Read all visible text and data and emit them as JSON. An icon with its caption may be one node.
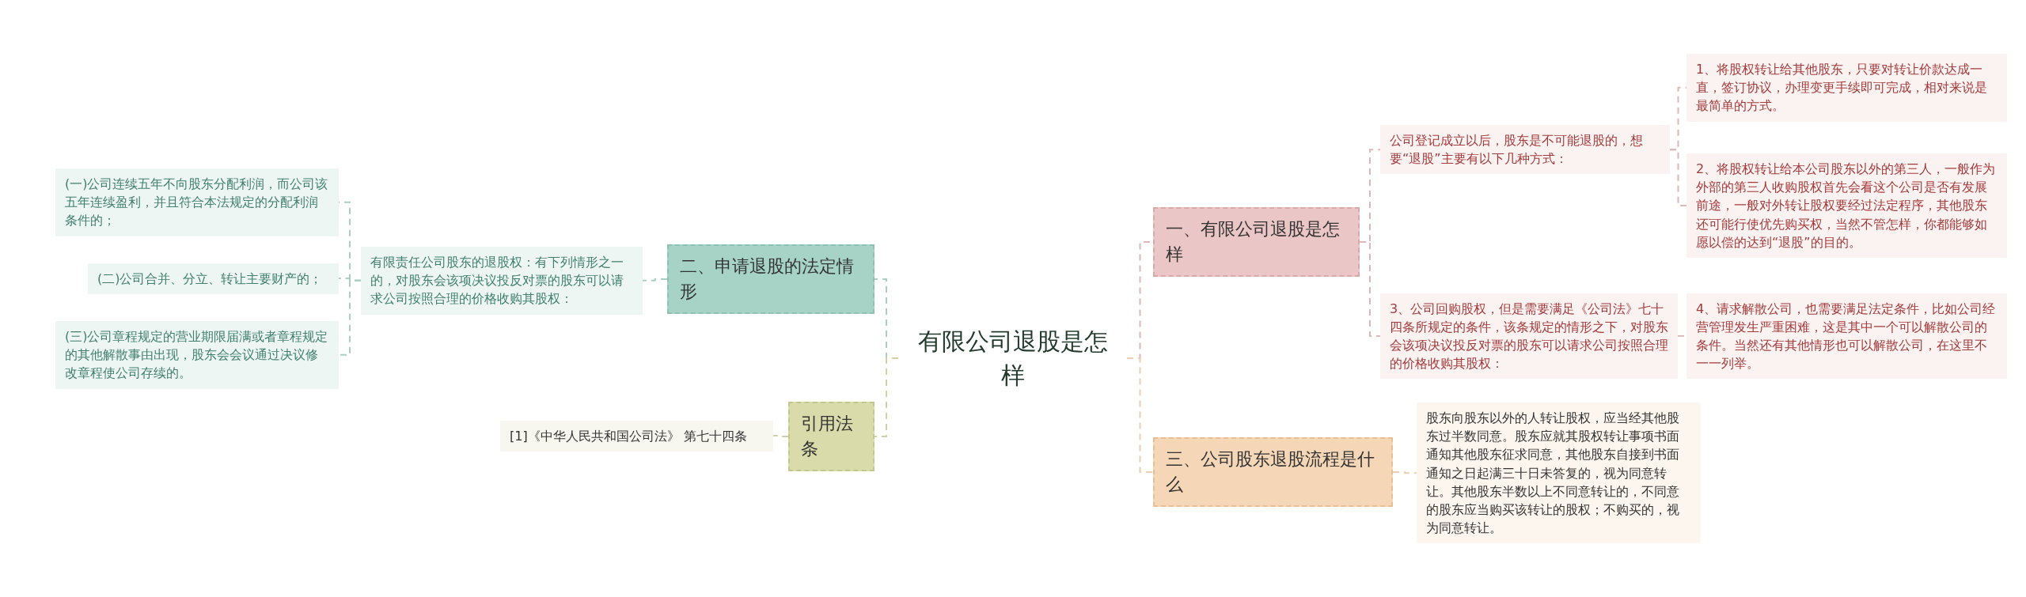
{
  "diagram": {
    "nodes": [
      {
        "text": [
          "有限公司退股是怎样"
        ]
      },
      {
        "text": [
          "一、有限公司退股是怎样"
        ]
      },
      {
        "text": [
          "公司登记成立以后，股东是不可能退股的，想要“退股”主要有以下几种方式："
        ]
      },
      {
        "text": [
          "1、将股权转让给其他股东，只要对转让价款达成一直，签订协议，办理变更手续即可完成，相对来说是最简单的方式。"
        ]
      },
      {
        "text": [
          "2、将股权转让给本公司股东以外的第三人，一般作为外部的第三人收购股权首先会看这个公司是否有发展前途，一般对外转让股权要经过法定程序，其他股东还可能行使优先购买权，当然不管怎样，你都能够如愿以偿的达到“退股”的目的。"
        ]
      },
      {
        "text": [
          "3、公司回购股权，但是需要满足《公司法》七十四条所规定的条件，该条规定的情形之下，对股东会该项决议投反对票的股东可以请求公司按照合理的价格收购其股权："
        ]
      },
      {
        "text": [
          "4、请求解散公司，也需要满足法定条件，比如公司经营管理发生严重困难，这是其中一个可以解散公司的条件。当然还有其他情形也可以解散公司，在这里不一一列举。"
        ]
      },
      {
        "text": [
          "三、公司股东退股流程是什么"
        ]
      },
      {
        "text": [
          "股东向股东以外的人转让股权，应当经其他股东过半数同意。股东应就其股权转让事项书面通知其他股东征求同意，其他股东自接到书面通知之日起满三十日未答复的，视为同意转让。其他股东半数以上不同意转让的，不同意的股东应当购买该转让的股权；不购买的，视为同意转让。"
        ]
      },
      {
        "text": [
          "二、申请退股的法定情形"
        ]
      },
      {
        "text": [
          "有限责任公司股东的退股权：有下列情形之一的，对股东会该项决议投反对票的股东可以请求公司按照合理的价格收购其股权："
        ]
      },
      {
        "text": [
          "(一)公司连续五年不向股东分配利润，而公司该五年连续盈利，并且符合本法规定的分配利润条件的；"
        ]
      },
      {
        "text": [
          "(二)公司合并、分立、转让主要财产的；"
        ]
      },
      {
        "text": [
          "(三)公司章程规定的营业期限届满或者章程规定的其他解散事由出现，股东会会议通过决议修改章程使公司存续的。"
        ]
      },
      {
        "text": [
          "引用法条"
        ]
      },
      {
        "text": [
          "[1]《中华人民共和国公司法》 第七十四条"
        ]
      }
    ],
    "edges": [
      {
        "from": 0,
        "to": 1,
        "arrow": "none",
        "style": "dashed",
        "color": "#dcb8b8"
      },
      {
        "from": 1,
        "to": 2,
        "arrow": "none",
        "style": "dashed",
        "color": "#dcb8b8"
      },
      {
        "from": 2,
        "to": 3,
        "arrow": "none",
        "style": "dashed",
        "color": "#dcb8b8"
      },
      {
        "from": 2,
        "to": 4,
        "arrow": "none",
        "style": "dashed",
        "color": "#dcb8b8"
      },
      {
        "from": 1,
        "to": 5,
        "arrow": "none",
        "style": "dashed",
        "color": "#dcb8b8"
      },
      {
        "from": 5,
        "to": 6,
        "arrow": "none",
        "style": "dashed",
        "color": "#dcb8b8"
      },
      {
        "from": 0,
        "to": 7,
        "arrow": "none",
        "style": "dashed",
        "color": "#ebcfb0"
      },
      {
        "from": 7,
        "to": 8,
        "arrow": "none",
        "style": "dashed",
        "color": "#ebcfb0"
      },
      {
        "from": 0,
        "to": 9,
        "arrow": "none",
        "style": "dashed",
        "color": "#a9cfc4"
      },
      {
        "from": 9,
        "to": 10,
        "arrow": "none",
        "style": "dashed",
        "color": "#a9cfc4"
      },
      {
        "from": 10,
        "to": 11,
        "arrow": "none",
        "style": "dashed",
        "color": "#a9cfc4"
      },
      {
        "from": 10,
        "to": 12,
        "arrow": "none",
        "style": "dashed",
        "color": "#a9cfc4"
      },
      {
        "from": 10,
        "to": 13,
        "arrow": "none",
        "style": "dashed",
        "color": "#a9cfc4"
      },
      {
        "from": 0,
        "to": 14,
        "arrow": "none",
        "style": "dashed",
        "color": "#cfd3a4"
      },
      {
        "from": 14,
        "to": 15,
        "arrow": "none",
        "style": "dashed",
        "color": "#cfd3a4"
      }
    ]
  }
}
